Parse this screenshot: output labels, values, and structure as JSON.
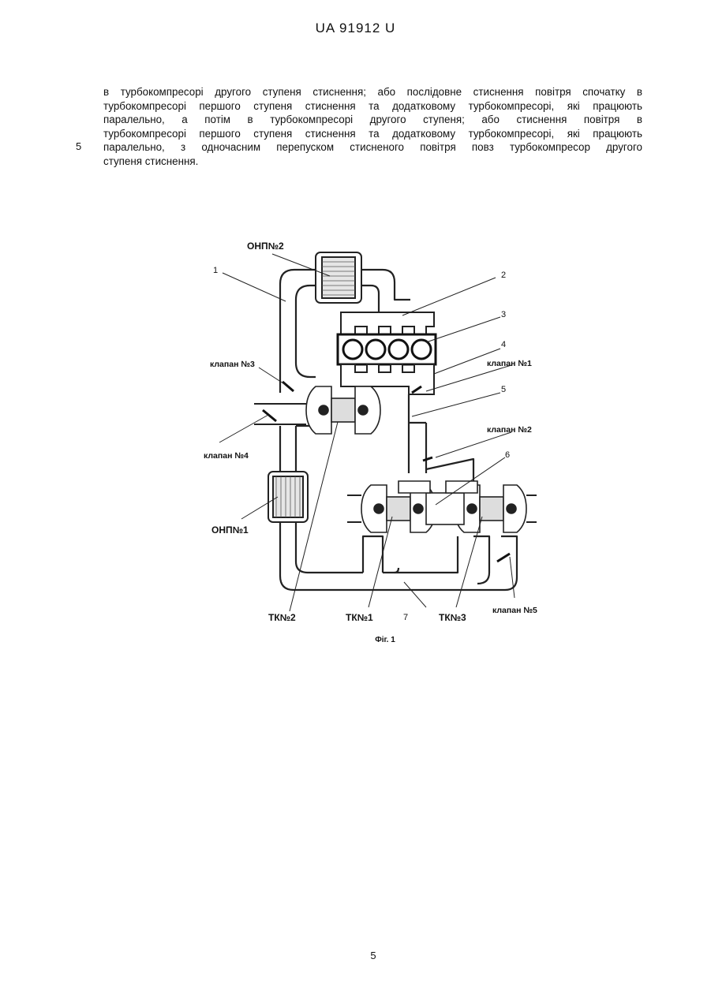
{
  "header": {
    "doc_id": "UA  91912  U"
  },
  "margin": {
    "line_number": "5"
  },
  "paragraph": {
    "lines": [
      "в турбокомпресорі другого ступеня стиснення; або послідовне стиснення повітря спочатку в",
      "турбокомпресорі першого ступеня стиснення та додатковому турбокомпресорі, які працюють",
      "паралельно, а потім в турбокомпресорі другого ступеня; або стиснення повітря в",
      "турбокомпресорі першого ступеня стиснення та додатковому турбокомпресорі, які працюють",
      "паралельно, з одночасним перепуском стисненого повітря повз турбокомпресор другого",
      "ступеня стиснення."
    ]
  },
  "figure": {
    "labels": {
      "onp2": "ОНП№2",
      "onp1": "ОНП№1",
      "n1": "1",
      "n2": "2",
      "n3": "3",
      "n4": "4",
      "n5": "5",
      "n6": "6",
      "n7": "7",
      "valve1": "клапан №1",
      "valve2": "клапан №2",
      "valve3": "клапан №3",
      "valve4": "клапан №4",
      "valve5": "клапан №5",
      "tk1": "ТК№1",
      "tk2": "ТК№2",
      "tk3": "ТК№3"
    },
    "caption": "Фіг. 1"
  },
  "footer": {
    "page_number": "5"
  }
}
